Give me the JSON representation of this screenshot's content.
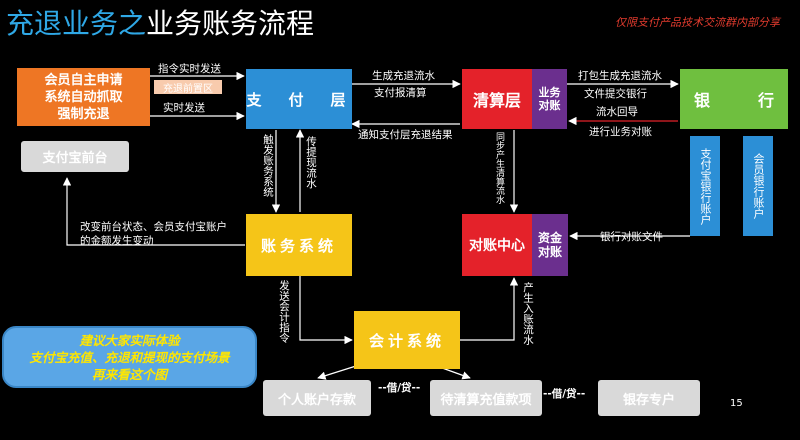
{
  "title": {
    "part1": "充退业务之",
    "part2": "业务账务流程"
  },
  "note": "仅限支付产品技术交流群内部分享",
  "page_number": "15",
  "nodes": {
    "member_request": "会员自主申请\n系统自动抓取\n强制充退",
    "alipay_front": "支付宝前台",
    "payment_layer": "支　付　层",
    "clearing_layer": "清算层",
    "business_reconcile": "业务\n对账",
    "bank": "银　　　行",
    "alipay_bank_account": "支付宝银行账户",
    "member_bank_account": "会员银行账户",
    "accounting_system": "账务系统",
    "reconcile_center": "对账中心",
    "fund_reconcile": "资金\n对账",
    "ledger_system": "会计系统",
    "personal_account": "个人账户存款",
    "pending_refund": "待清算充值款项",
    "bank_deposit": "银存专户"
  },
  "edges": {
    "instruct_realtime": "指令实时发送",
    "refund_staging": "充退前置区",
    "realtime_send": "实时发送",
    "gen_refund_flow": "生成充退流水",
    "pay_report_clear": "支付报清算",
    "notify_result": "通知支付层充退结果",
    "pack_gen_flow": "打包生成充退流水",
    "file_submit_bank": "文件提交银行",
    "flow_return": "流水回导",
    "biz_reconcile": "进行业务对账",
    "trigger_accounting": "触发账务系统",
    "pass_withdraw_flow": "传提现流水",
    "sync_clearing_flow": "同步产生清算流水",
    "change_front": "改变前台状态、会员支付宝账户\n的金额发生变动",
    "bank_statement": "银行对账文件",
    "send_accounting_cmd": "发送会计指令",
    "gen_entry_flow": "产生入账流水",
    "debit_credit_1": "--借/贷--",
    "debit_credit_2": "--借/贷--"
  },
  "callout": "建议大家实际体验\n支付宝充值、充退和提现的支付场景\n再来看这个图",
  "colors": {
    "title_accent": "#2fa8e6",
    "orange": "#ee7624",
    "blue": "#2c8fd6",
    "yellow": "#f5c518",
    "red": "#e4222a",
    "purple": "#6b2f8e",
    "green": "#6fbf3f",
    "gray": "#d9d9d9",
    "note_red": "#e23b2e"
  }
}
